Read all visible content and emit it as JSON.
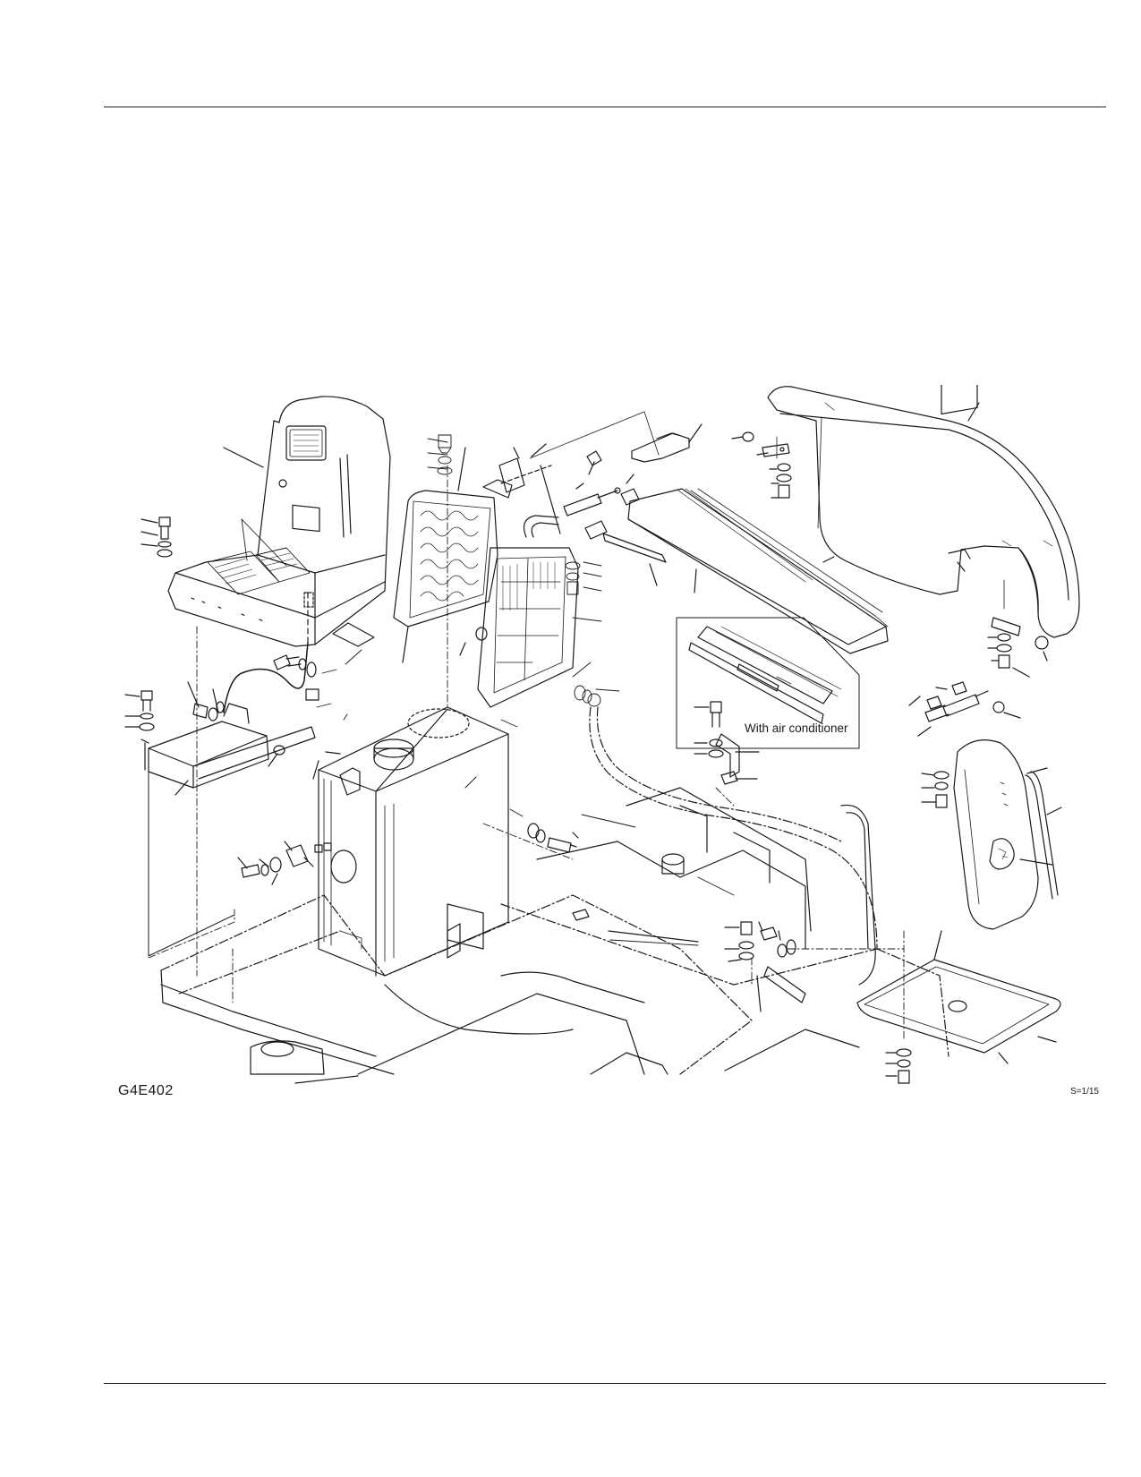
{
  "diagram": {
    "drawing_code": "G4E402",
    "scale": "S=1/15",
    "inset_caption": "With air conditioner"
  },
  "colors": {
    "line": "#1a1a1a",
    "background": "#ffffff"
  }
}
